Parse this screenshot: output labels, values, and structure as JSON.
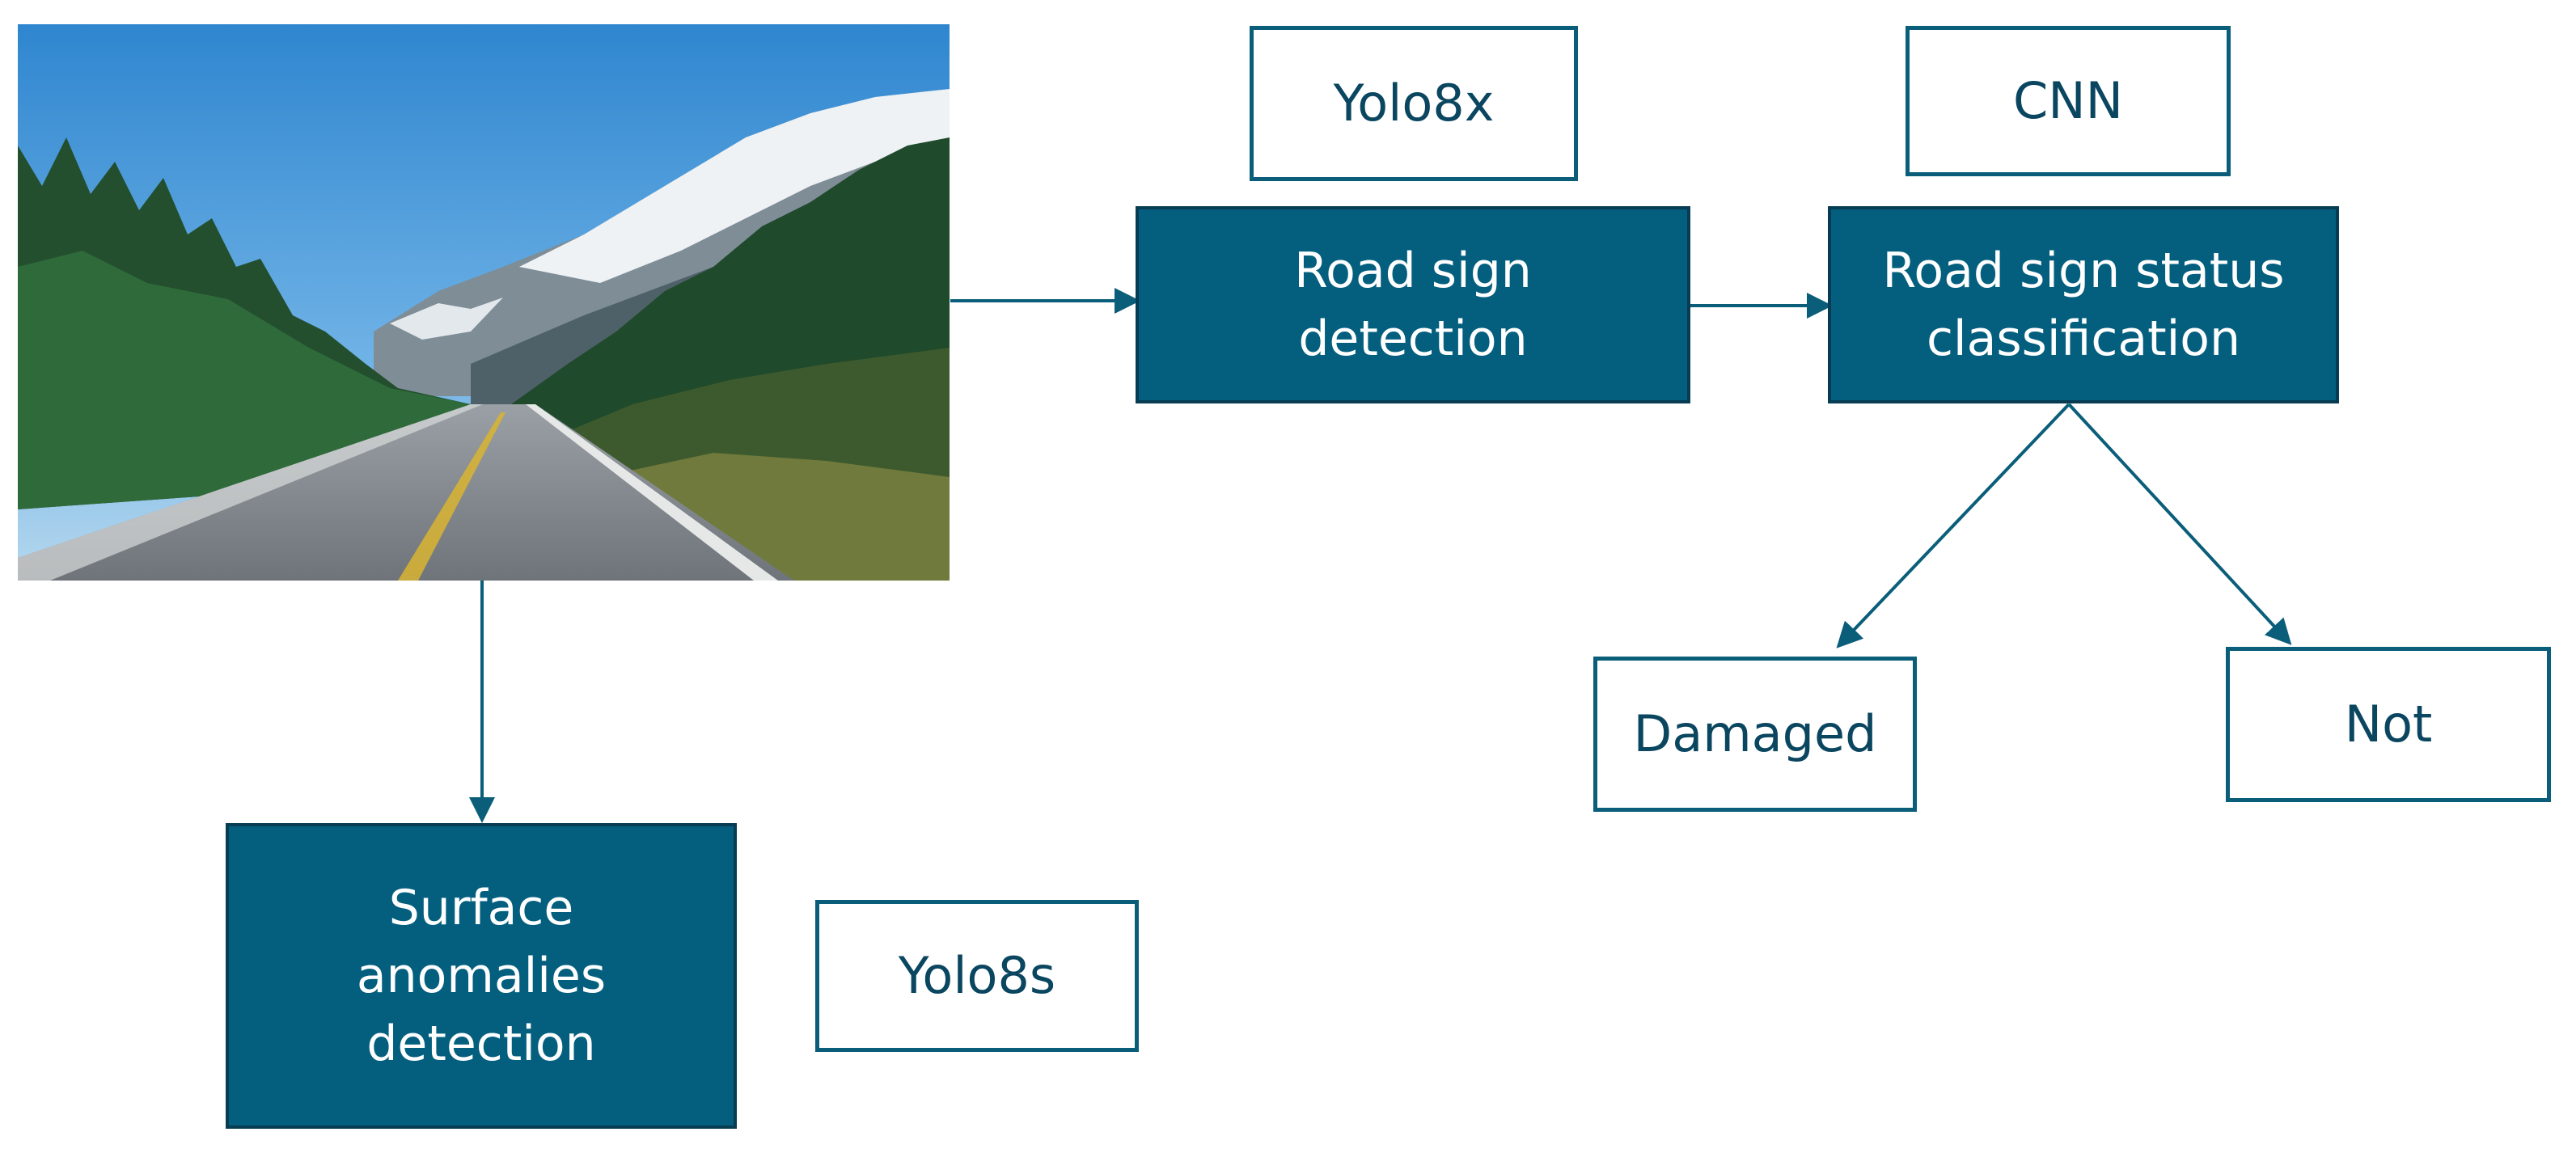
{
  "photo": {
    "subject": "mountain road with pine forest"
  },
  "nodes": {
    "road_sign_detection": "Road sign\ndetection",
    "road_sign_status": "Road sign status\nclassification",
    "surface_anomalies": "Surface\nanomalies\ndetection"
  },
  "models": {
    "yolo8x": "Yolo8x",
    "cnn": "CNN",
    "yolo8s": "Yolo8s"
  },
  "outcomes": {
    "damaged": "Damaged",
    "not": "Not"
  },
  "colors": {
    "process_fill": "#045f7f",
    "process_border": "#073c52",
    "label_border": "#0a5e7a",
    "arrow": "#0a5e7a"
  }
}
